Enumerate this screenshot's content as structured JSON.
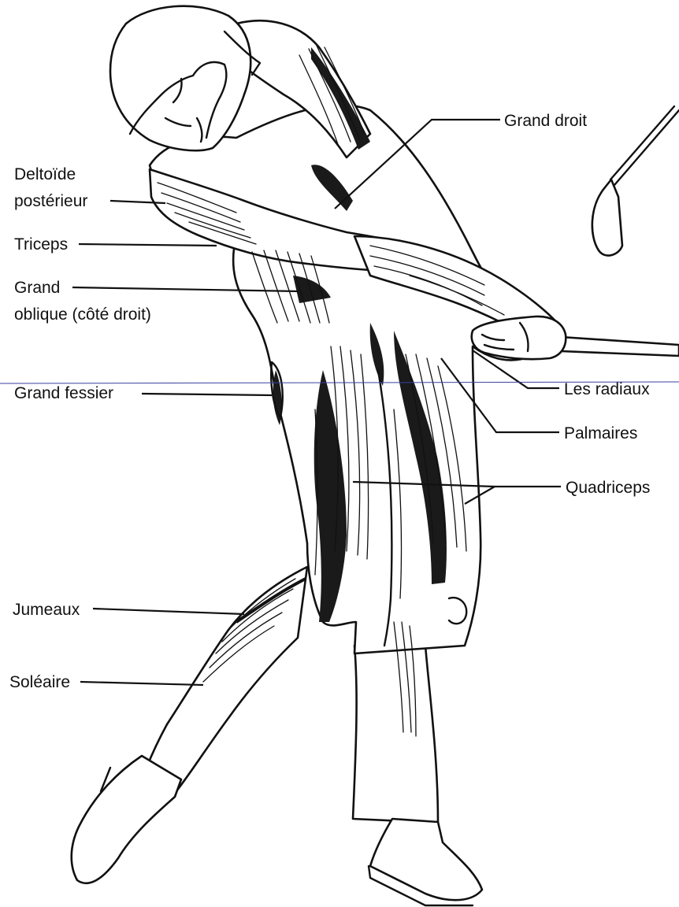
{
  "diagram": {
    "labels_left": {
      "deltoide_line1": "Deltoïde",
      "deltoide_line2": "postérieur",
      "triceps": "Triceps",
      "grand_oblique_line1": "Grand",
      "grand_oblique_line2": "oblique (côté droit)",
      "grand_fessier": "Grand fessier",
      "jumeaux": "Jumeaux",
      "soleaire": "Soléaire"
    },
    "labels_right": {
      "grand_droit": "Grand droit",
      "les_radiaux": "Les radiaux",
      "palmaires": "Palmaires",
      "quadriceps": "Quadriceps"
    },
    "colors": {
      "ink": "#111111",
      "paper": "#ffffff",
      "scan_line": "#3b3fa0"
    }
  }
}
